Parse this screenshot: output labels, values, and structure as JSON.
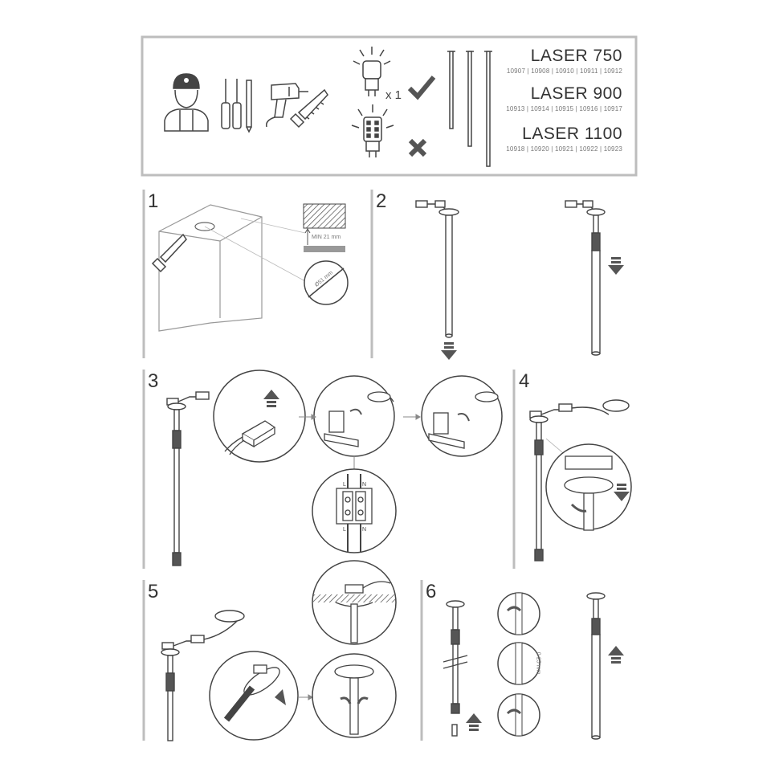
{
  "header": {
    "quantity": "x 1",
    "models": [
      {
        "name": "LASER 750",
        "codes": "10907 | 10908 | 10910 | 10911 | 10912"
      },
      {
        "name": "LASER 900",
        "codes": "10913 | 10914 | 10915 | 10916 | 10917"
      },
      {
        "name": "LASER 1100",
        "codes": "10918 | 10920 | 10921 | 10922 | 10923"
      }
    ]
  },
  "steps": [
    "1",
    "2",
    "3",
    "4",
    "5",
    "6"
  ],
  "step1": {
    "min_depth": "MIN 21 mm",
    "hole_diameter": "Ø51 mm"
  },
  "step3": {
    "terminal_left": "L",
    "terminal_right": "N"
  },
  "step6": {
    "adjust_range": "0-25 mm"
  },
  "icons": [
    "installer-icon",
    "screwdriver-icon",
    "drill-icon",
    "saw-icon",
    "bulb-icon",
    "led-bulb-icon",
    "check-icon",
    "cross-icon",
    "arrow-down-icon",
    "arrow-up-icon"
  ]
}
